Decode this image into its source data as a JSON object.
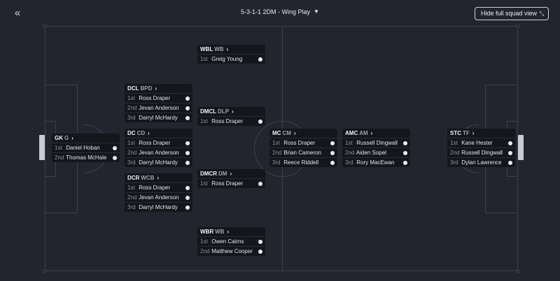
{
  "header": {
    "tactic_label": "5-3-1-1 2DM - Wing Play",
    "hide_button_label": "Hide full squad view"
  },
  "positions": [
    {
      "id": "gk",
      "code": "GK",
      "role": "G",
      "players": [
        {
          "rank": "1st",
          "name": "Daniel Hoban"
        },
        {
          "rank": "2nd",
          "name": "Thomas McHale"
        }
      ]
    },
    {
      "id": "dcl",
      "code": "DCL",
      "role": "BPD",
      "players": [
        {
          "rank": "1st",
          "name": "Ross Draper"
        },
        {
          "rank": "2nd",
          "name": "Jevan Anderson"
        },
        {
          "rank": "3rd",
          "name": "Darryl McHardy"
        }
      ]
    },
    {
      "id": "dc",
      "code": "DC",
      "role": "CD",
      "players": [
        {
          "rank": "1st",
          "name": "Ross Draper"
        },
        {
          "rank": "2nd",
          "name": "Jevan Anderson"
        },
        {
          "rank": "3rd",
          "name": "Darryl McHardy"
        }
      ]
    },
    {
      "id": "dcr",
      "code": "DCR",
      "role": "WCB",
      "players": [
        {
          "rank": "1st",
          "name": "Ross Draper"
        },
        {
          "rank": "2nd",
          "name": "Jevan Anderson"
        },
        {
          "rank": "3rd",
          "name": "Darryl McHardy"
        }
      ]
    },
    {
      "id": "wbl",
      "code": "WBL",
      "role": "WB",
      "players": [
        {
          "rank": "1st",
          "name": "Greig Young"
        }
      ]
    },
    {
      "id": "dmcl",
      "code": "DMCL",
      "role": "DLP",
      "players": [
        {
          "rank": "1st",
          "name": "Ross Draper"
        }
      ]
    },
    {
      "id": "dmcr",
      "code": "DMCR",
      "role": "DM",
      "players": [
        {
          "rank": "1st",
          "name": "Ross Draper"
        }
      ]
    },
    {
      "id": "wbr",
      "code": "WBR",
      "role": "WB",
      "players": [
        {
          "rank": "1st",
          "name": "Owen Cairns"
        },
        {
          "rank": "2nd",
          "name": "Matthew Cooper"
        }
      ]
    },
    {
      "id": "mc",
      "code": "MC",
      "role": "CM",
      "players": [
        {
          "rank": "1st",
          "name": "Ross Draper"
        },
        {
          "rank": "2nd",
          "name": "Brian Cameron"
        },
        {
          "rank": "3rd",
          "name": "Reece Riddell"
        }
      ]
    },
    {
      "id": "amc",
      "code": "AMC",
      "role": "AM",
      "players": [
        {
          "rank": "1st",
          "name": "Russell Dingwall"
        },
        {
          "rank": "2nd",
          "name": "Aiden Sopel"
        },
        {
          "rank": "3rd",
          "name": "Rory MacEwan"
        }
      ]
    },
    {
      "id": "stc",
      "code": "STC",
      "role": "TF",
      "players": [
        {
          "rank": "1st",
          "name": "Kane Hester"
        },
        {
          "rank": "2nd",
          "name": "Russell Dingwall"
        },
        {
          "rank": "3rd",
          "name": "Dylan Lawrence"
        }
      ]
    }
  ]
}
